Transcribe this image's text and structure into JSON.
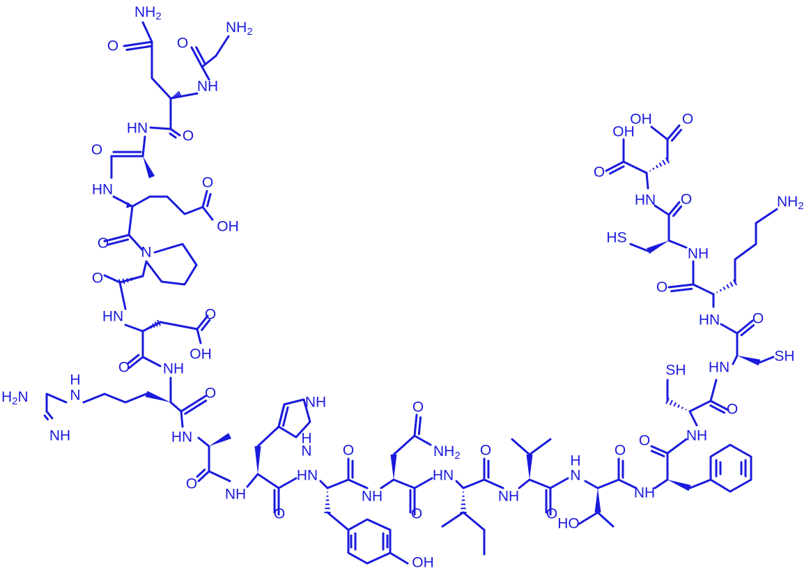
{
  "diagram": {
    "type": "peptide skeletal structure",
    "ink_color": "#1a1adc",
    "background_color": "#ffffff",
    "atom_labels": {
      "nh2": "NH",
      "nh2_sub": "2",
      "h2n_left": "H",
      "h2n_sub": "2",
      "h2n_right": "N",
      "nh": "NH",
      "hn": "HN",
      "h": "H",
      "n": "N",
      "o": "O",
      "oh": "OH",
      "ho": "HO",
      "sh": "SH",
      "hs": "HS"
    }
  }
}
